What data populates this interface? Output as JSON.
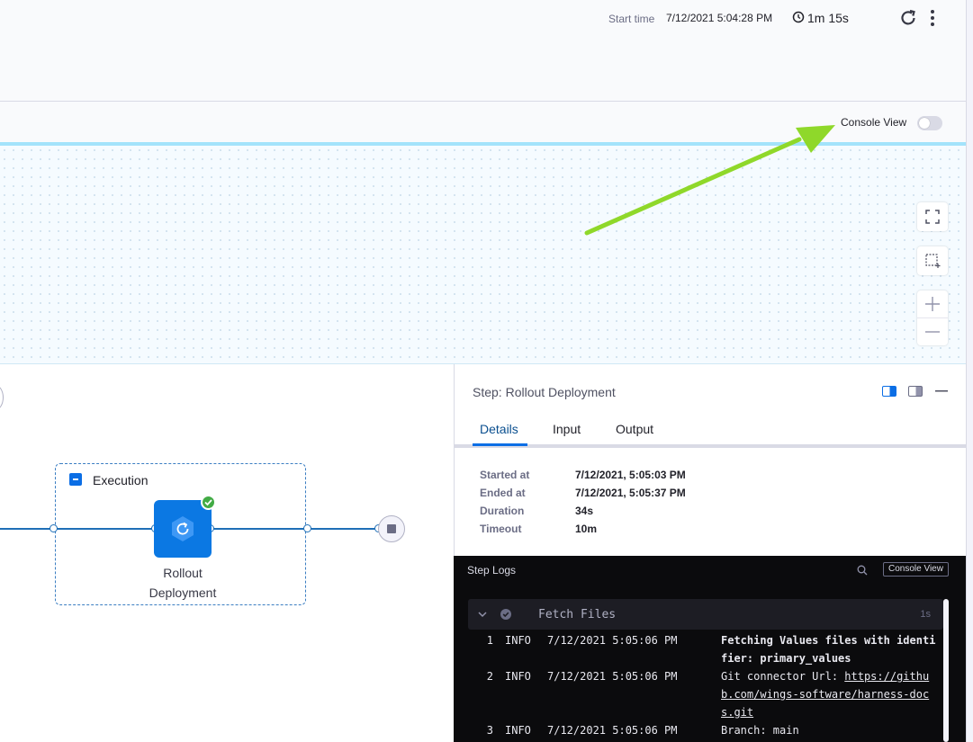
{
  "header": {
    "start_time_label": "Start time",
    "start_time_value": "7/12/2021 5:04:28 PM",
    "duration": "1m 15s"
  },
  "toolbar": {
    "console_view_label": "Console View",
    "console_view_on": false
  },
  "pipeline": {
    "stage_name": "Execution",
    "step_label_line1": "Rollout",
    "step_label_line2": "Deployment"
  },
  "details": {
    "title": "Step: Rollout Deployment",
    "tabs": [
      {
        "label": "Details",
        "active": true
      },
      {
        "label": "Input",
        "active": false
      },
      {
        "label": "Output",
        "active": false
      }
    ],
    "meta": [
      {
        "key": "Started at",
        "value": "7/12/2021, 5:05:03 PM"
      },
      {
        "key": "Ended at",
        "value": "7/12/2021, 5:05:37 PM"
      },
      {
        "key": "Duration",
        "value": "34s"
      },
      {
        "key": "Timeout",
        "value": "10m"
      }
    ]
  },
  "logs": {
    "title": "Step Logs",
    "console_view_button": "Console View",
    "section_name": "Fetch Files",
    "section_time": "1s",
    "lines": [
      {
        "num": "1",
        "level": "INFO",
        "time": "7/12/2021 5:05:06 PM",
        "msg": "Fetching Values files with identifier: primary_values"
      },
      {
        "num": "2",
        "level": "INFO",
        "time": "7/12/2021 5:05:06 PM",
        "msg_prefix": "Git connector Url: ",
        "msg_link": "https://github.com/wings-software/harness-docs.git"
      },
      {
        "num": "3",
        "level": "INFO",
        "time": "7/12/2021 5:05:06 PM",
        "msg": "Branch: main"
      }
    ]
  },
  "colors": {
    "accent": "#0b6ee5",
    "annotation_arrow": "#8fd82a",
    "success": "#42ab45"
  }
}
